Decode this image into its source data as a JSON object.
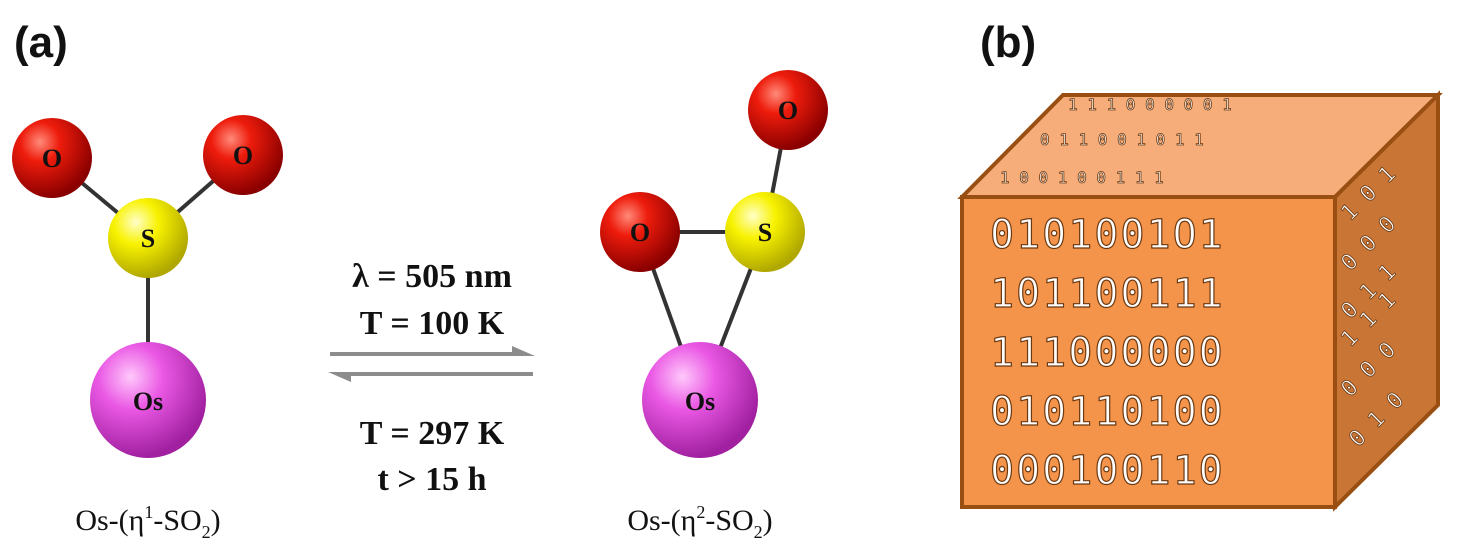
{
  "panels": {
    "a_label": "(a)",
    "b_label": "(b)"
  },
  "molecule_left": {
    "atoms": {
      "o1": "O",
      "o2": "O",
      "s": "S",
      "os": "Os"
    },
    "caption": {
      "prefix": "Os-(η",
      "sup": "1",
      "mid": "-SO",
      "sub": "2",
      "suffix": ")"
    }
  },
  "molecule_right": {
    "atoms": {
      "o_top": "O",
      "o_left": "O",
      "s": "S",
      "os": "Os"
    },
    "caption": {
      "prefix": "Os-(η",
      "sup": "2",
      "mid": "-SO",
      "sub": "2",
      "suffix": ")"
    }
  },
  "conditions": {
    "forward_1": "λ  = 505 nm",
    "forward_2": "T = 100 K",
    "reverse_1": "T = 297 K",
    "reverse_2": "t > 15 h"
  },
  "colors": {
    "oxygen": "#e01010",
    "sulfur": "#f4f000",
    "osmium": "#e64fe0",
    "arrow": "#8c8c8c",
    "cube_front": "#f4934a",
    "cube_top": "#f6ad7a",
    "cube_side": "#c87536",
    "cube_border": "#9a4f12"
  },
  "cube": {
    "front_rows": [
      "0101001O1",
      "101100111",
      "111000000",
      "010110100",
      "000100110"
    ],
    "top_rows": [
      "1 1 1 0 0 0 0 0 1",
      "0 1 1 0 0 1 0 1 1",
      "1 0 0 1 0 0 1 1 1"
    ],
    "side_rows": [
      "1 0 1",
      "0 0 0",
      "0 1 1",
      "1 1 1",
      "0 0 0",
      "0 1 0"
    ]
  }
}
